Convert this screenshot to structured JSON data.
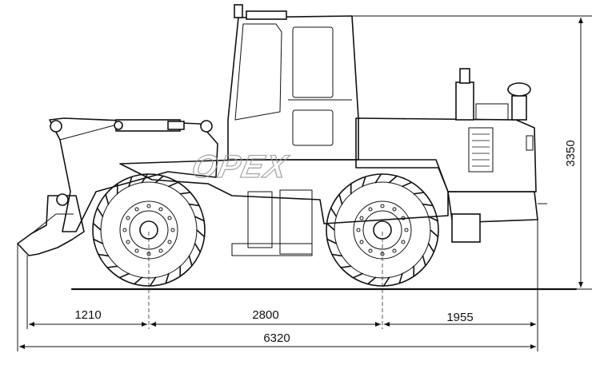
{
  "dimensions": {
    "front_overhang": "1210",
    "wheelbase": "2800",
    "rear_overhang": "1955",
    "overall_length": "6320",
    "overall_height": "3350"
  },
  "watermark": {
    "text": "ОРЕХ"
  }
}
